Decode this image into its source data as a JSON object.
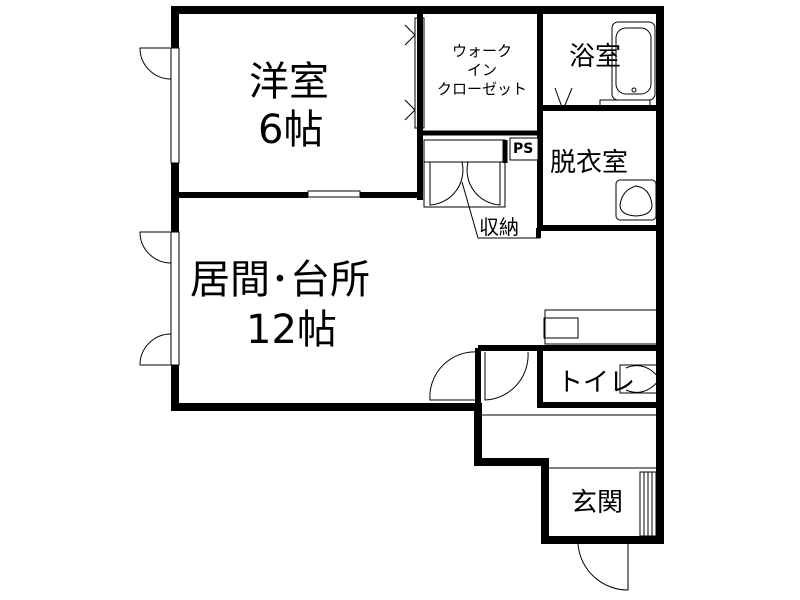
{
  "rooms": {
    "western": {
      "name": "洋室",
      "size": "6帖"
    },
    "walkin": {
      "line1": "ウォーク",
      "line2": "イン",
      "line3": "クローゼット"
    },
    "bath": {
      "name": "浴室"
    },
    "ps": {
      "name": "PS"
    },
    "dressing": {
      "name": "脱衣室"
    },
    "storage": {
      "name": "収納"
    },
    "living": {
      "name": "居間･台所",
      "size": "12帖"
    },
    "toilet": {
      "name": "トイレ"
    },
    "entrance": {
      "name": "玄関"
    }
  }
}
